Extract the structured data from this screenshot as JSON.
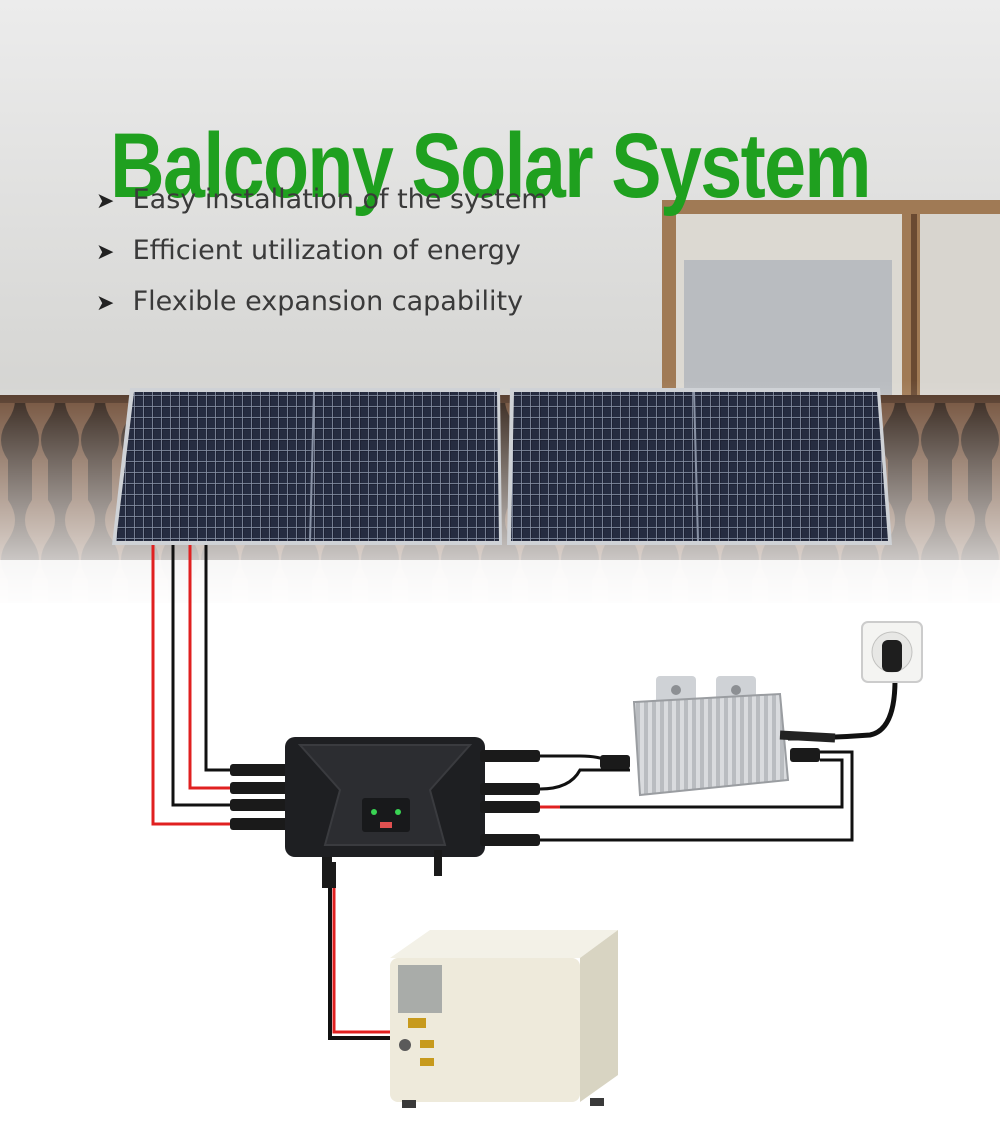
{
  "title": "Balcony Solar System",
  "features": [
    {
      "icon": "arrow-bullet-icon",
      "glyph": "➤",
      "text": "Easy installation of the system"
    },
    {
      "icon": "arrow-bullet-icon",
      "glyph": "➤",
      "text": "Efficient utilization of energy"
    },
    {
      "icon": "arrow-bullet-icon",
      "glyph": "➤",
      "text": "Flexible expansion capability"
    }
  ],
  "colors": {
    "title": "#1fa01f",
    "dc_positive_wire": "#e02020",
    "dc_negative_wire": "#111111",
    "panel_cells": "#1b2030",
    "battery_body": "#eeeadb"
  },
  "components": [
    "solar-panel",
    "solar-panel",
    "combiner-box",
    "micro-inverter",
    "wall-socket",
    "battery-storage"
  ]
}
